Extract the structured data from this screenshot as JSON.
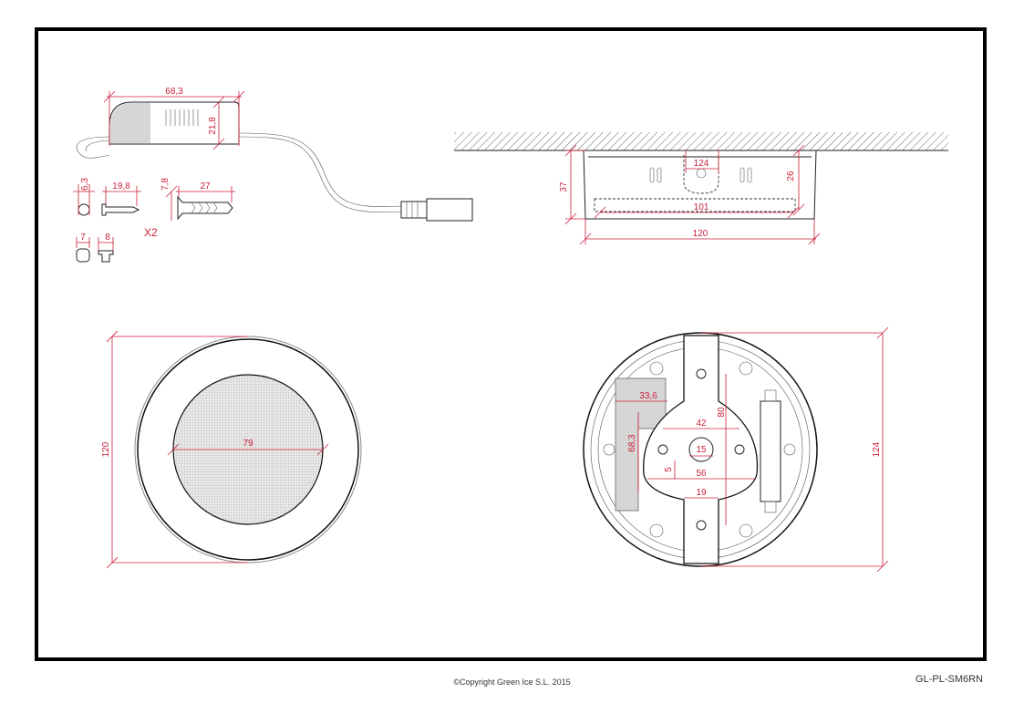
{
  "dimensions": {
    "driver_length": "68,3",
    "driver_height": "21,8",
    "screw_head": "6,3",
    "screw_length": "19,8",
    "plug_diameter": "7,8",
    "plug_length": "27",
    "quantity": "X2",
    "cap_width": "7",
    "cap_length": "8",
    "side_top": "124",
    "side_depth": "26",
    "side_height": "37",
    "side_inner": "101",
    "side_outer": "120",
    "front_outer": "120",
    "front_inner": "79",
    "back_driver_width": "33,6",
    "back_driver_length": "68,3",
    "back_hole_spacing": "42",
    "back_bracket_height": "80",
    "back_center_hole": "15",
    "back_offset": "5",
    "back_bracket_span": "56",
    "back_slot": "19",
    "back_outer": "124"
  },
  "colors": {
    "dimension": "#cc1f3a",
    "frame": "#000000",
    "shading": "#d8d8d8"
  },
  "footer": {
    "copyright": "©Copyright Green Ice S.L. 2015",
    "code": "GL-PL-SM6RN"
  }
}
